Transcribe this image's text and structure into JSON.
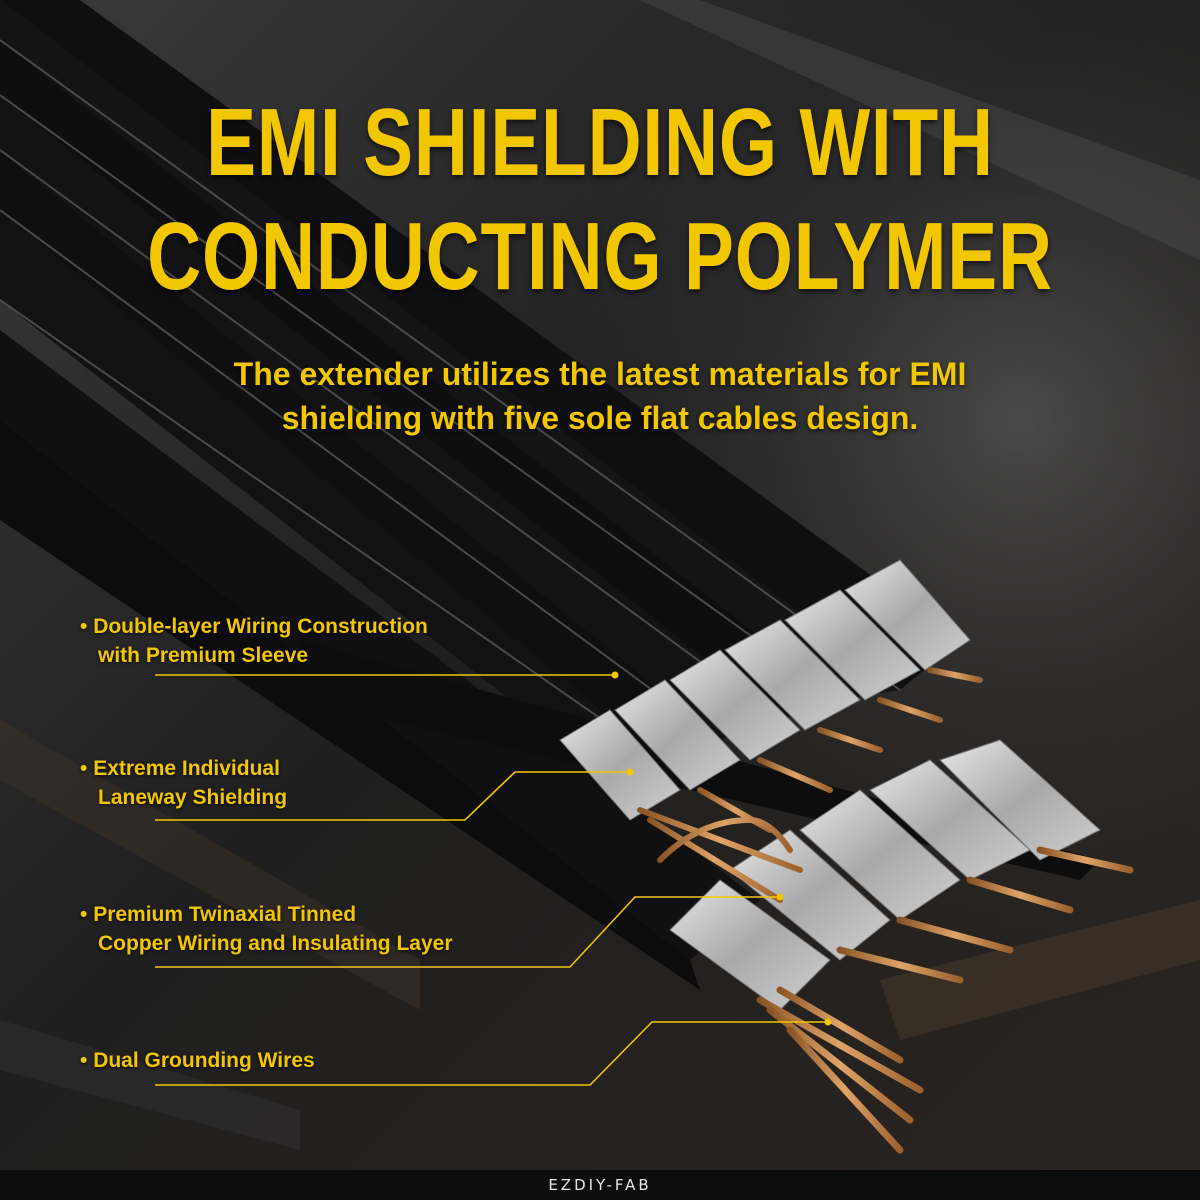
{
  "headline": {
    "line1": "EMI SHIELDING WITH",
    "line2": "CONDUCTING POLYMER"
  },
  "subtitle": {
    "line1": "The extender utilizes the latest materials for EMI",
    "line2": "shielding with five sole flat cables design."
  },
  "callouts": [
    {
      "line1": "Double-layer Wiring Construction",
      "line2": "with Premium Sleeve"
    },
    {
      "line1": "Extreme Individual",
      "line2": "Laneway Shielding"
    },
    {
      "line1": "Premium Twinaxial Tinned",
      "line2": "Copper Wiring and Insulating Layer"
    },
    {
      "line1": "Dual Grounding Wires",
      "line2": ""
    }
  ],
  "brand": "EZDIY-FAB",
  "colors": {
    "accent": "#f2c700",
    "cable": "#111111",
    "shield": "#b8b8b8",
    "copper": "#c98a4a",
    "background": "#161616"
  }
}
